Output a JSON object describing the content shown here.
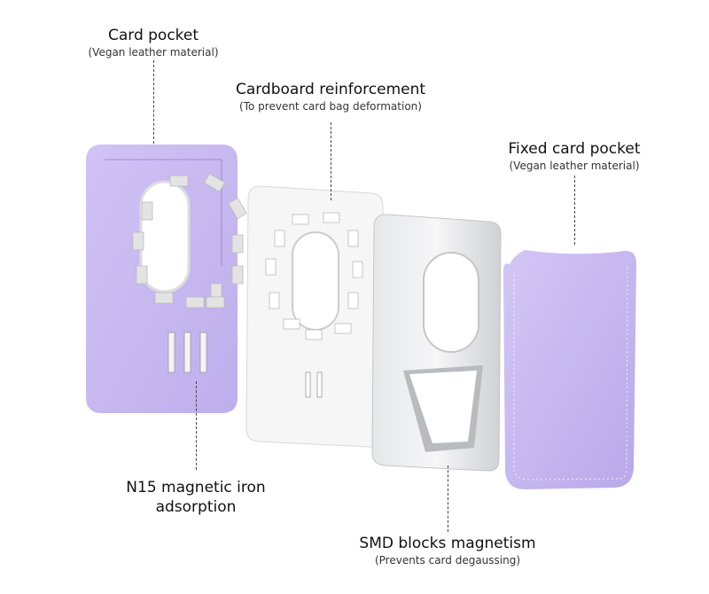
{
  "labels": {
    "card_pocket": {
      "title": "Card pocket",
      "subtitle": "(Vegan leather material)"
    },
    "cardboard": {
      "title": "Cardboard reinforcement",
      "subtitle": "(To prevent card bag deformation)"
    },
    "fixed_pocket": {
      "title": "Fixed card pocket",
      "subtitle": "(Vegan leather material)"
    },
    "magnet": {
      "line1": "N15 magnetic iron",
      "line2": "adsorption"
    },
    "smd": {
      "title": "SMD blocks magnetism",
      "subtitle": "(Prevents card degaussing)"
    }
  },
  "colors": {
    "purple": "#c3b3ef",
    "purple_dark": "#a896e0",
    "metal": "#d9dadc",
    "board": "#f4f4f4"
  }
}
